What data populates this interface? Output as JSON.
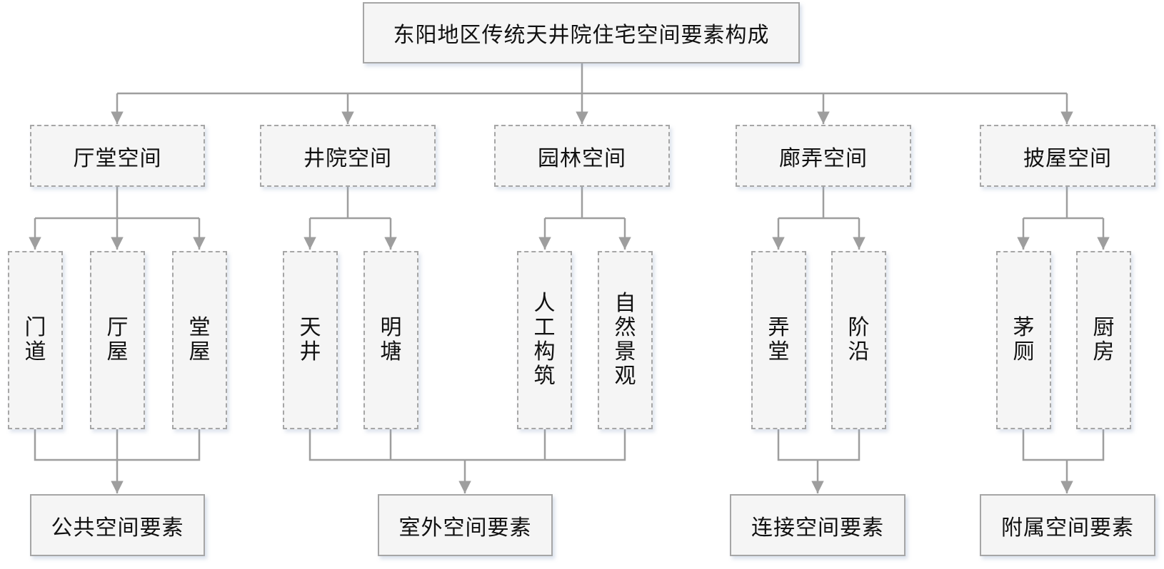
{
  "root": "东阳地区传统天井院住宅空间要素构成",
  "categories": [
    "厅堂空间",
    "井院空间",
    "园林空间",
    "廊弄空间",
    "披屋空间"
  ],
  "leaves": [
    "门道",
    "厅屋",
    "堂屋",
    "天井",
    "明塘",
    "人工构筑",
    "自然景观",
    "弄堂",
    "阶沿",
    "茅厕",
    "厨房"
  ],
  "groups": [
    "公共空间要素",
    "室外空间要素",
    "连接空间要素",
    "附属空间要素"
  ],
  "colors": {
    "line": "#9e9e9e",
    "box_fill": "#f5f5f5",
    "box_border": "#a6a6a6"
  }
}
